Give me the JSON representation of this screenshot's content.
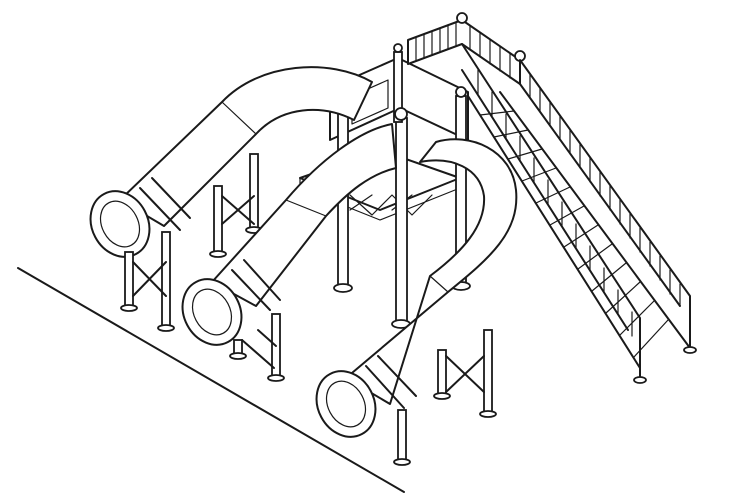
{
  "drawing": {
    "subject": "",
    "stroke_color": "#1a1a1a",
    "background_color": "#ffffff"
  },
  "parts": {
    "tower": {
      "count": 1
    },
    "stairs": {
      "count": 1
    },
    "tube_slides": {
      "count": 3
    }
  }
}
